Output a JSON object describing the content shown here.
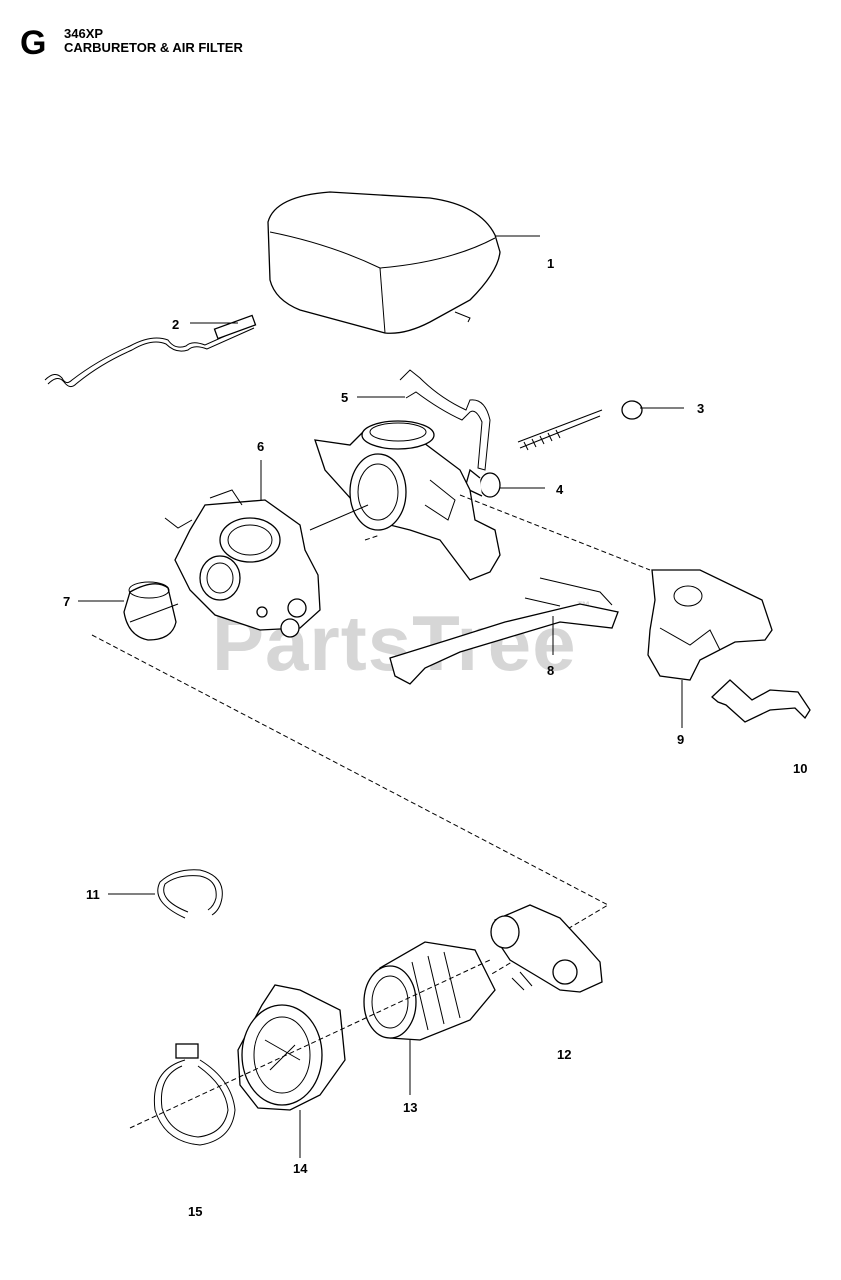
{
  "header": {
    "section_letter": "G",
    "model": "346XP",
    "title": "CARBURETOR & AIR FILTER"
  },
  "watermark": {
    "text": "PartsTree",
    "trademark": "™"
  },
  "callouts": [
    {
      "id": "1",
      "label": "1"
    },
    {
      "id": "2",
      "label": "2"
    },
    {
      "id": "3",
      "label": "3"
    },
    {
      "id": "4",
      "label": "4"
    },
    {
      "id": "5",
      "label": "5"
    },
    {
      "id": "6",
      "label": "6"
    },
    {
      "id": "7",
      "label": "7"
    },
    {
      "id": "8",
      "label": "8"
    },
    {
      "id": "9",
      "label": "9"
    },
    {
      "id": "10",
      "label": "10"
    },
    {
      "id": "11",
      "label": "11"
    },
    {
      "id": "12",
      "label": "12"
    },
    {
      "id": "13",
      "label": "13"
    },
    {
      "id": "14",
      "label": "14"
    },
    {
      "id": "15",
      "label": "15"
    }
  ]
}
